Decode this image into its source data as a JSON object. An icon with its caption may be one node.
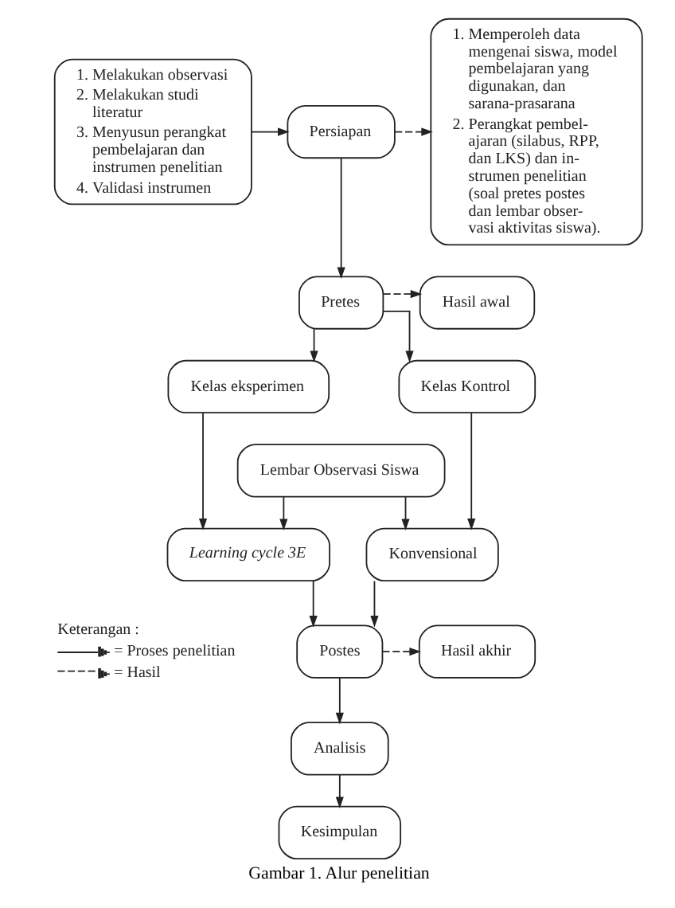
{
  "diagram": {
    "caption": "Gambar 1. Alur penelitian",
    "nodes": [
      {
        "text": [
          "1. Melakukan observasi",
          "2. Melakukan studi literatur",
          "3. Menyusun perangkat pembelajaran dan instrumen penelitian",
          "4. Validasi instrumen"
        ]
      },
      {
        "text": [
          "Persiapan"
        ]
      },
      {
        "text": [
          "1. Memperoleh data mengenai siswa, model pembelajaran yang digunakan, dan sarana-prasarana",
          "2. Perangkat pembel- ajaran (silabus, RPP, dan LKS) dan in- strumen penelitian (soal pretes postes dan lembar obser- vasi aktivitas siswa)."
        ]
      },
      {
        "text": [
          "Pretes"
        ]
      },
      {
        "text": [
          "Hasil awal"
        ]
      },
      {
        "text": [
          "Kelas eksperimen"
        ]
      },
      {
        "text": [
          "Kelas Kontrol"
        ]
      },
      {
        "text": [
          "Lembar Observasi Siswa"
        ]
      },
      {
        "text": [
          "Learning cycle 3E"
        ]
      },
      {
        "text": [
          "Konvensional"
        ]
      },
      {
        "text": [
          "Postes"
        ]
      },
      {
        "text": [
          "Hasil akhir"
        ]
      },
      {
        "text": [
          "Analisis"
        ]
      },
      {
        "text": [
          "Kesimpulan"
        ]
      }
    ],
    "edges": [
      {
        "from": 0,
        "to": 1,
        "arrow": "to"
      },
      {
        "from": 1,
        "to": 2,
        "arrow": "to",
        "style": "dashed"
      },
      {
        "from": 1,
        "to": 3,
        "arrow": "to"
      },
      {
        "from": 3,
        "to": 4,
        "arrow": "to",
        "style": "dashed"
      },
      {
        "from": 3,
        "to": 5,
        "arrow": "to"
      },
      {
        "from": 3,
        "to": 6,
        "arrow": "to"
      },
      {
        "from": 5,
        "to": 8,
        "arrow": "to"
      },
      {
        "from": 7,
        "to": 8,
        "arrow": "to"
      },
      {
        "from": 7,
        "to": 9,
        "arrow": "to"
      },
      {
        "from": 6,
        "to": 9,
        "arrow": "to"
      },
      {
        "from": 8,
        "to": 10,
        "arrow": "to"
      },
      {
        "from": 9,
        "to": 10,
        "arrow": "to"
      },
      {
        "from": 10,
        "to": 11,
        "arrow": "to",
        "style": "dashed"
      },
      {
        "from": 10,
        "to": 12,
        "arrow": "to"
      },
      {
        "from": 12,
        "to": 13,
        "arrow": "to"
      }
    ],
    "labels": [
      "Keterangan :"
    ],
    "legend": [
      {
        "text": "= Proses penelitian"
      },
      {
        "text": "= Hasil"
      }
    ]
  }
}
